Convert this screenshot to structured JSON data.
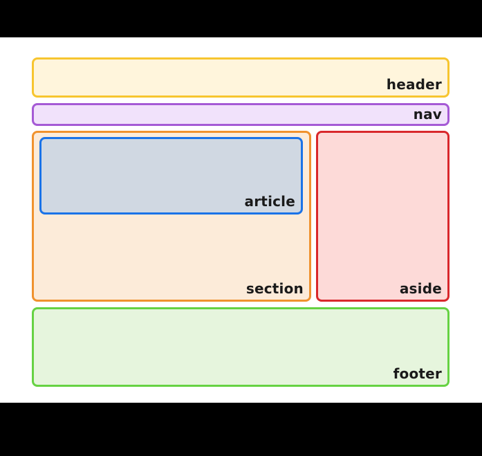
{
  "colors": {
    "header": {
      "fill": "#fff5dc",
      "stroke": "#f7c52f"
    },
    "nav": {
      "fill": "#f1e2fb",
      "stroke": "#a55ad5"
    },
    "section": {
      "fill": "#fcebd9",
      "stroke": "#f0922e"
    },
    "article": {
      "fill": "#d0d8e2",
      "stroke": "#1a73e8"
    },
    "aside": {
      "fill": "#fddad8",
      "stroke": "#d9282c"
    },
    "footer": {
      "fill": "#e6f5dd",
      "stroke": "#66d243"
    }
  },
  "boxes": {
    "header": {
      "label": "header"
    },
    "nav": {
      "label": "nav"
    },
    "section": {
      "label": "section"
    },
    "article": {
      "label": "article"
    },
    "aside": {
      "label": "aside"
    },
    "footer": {
      "label": "footer"
    }
  }
}
